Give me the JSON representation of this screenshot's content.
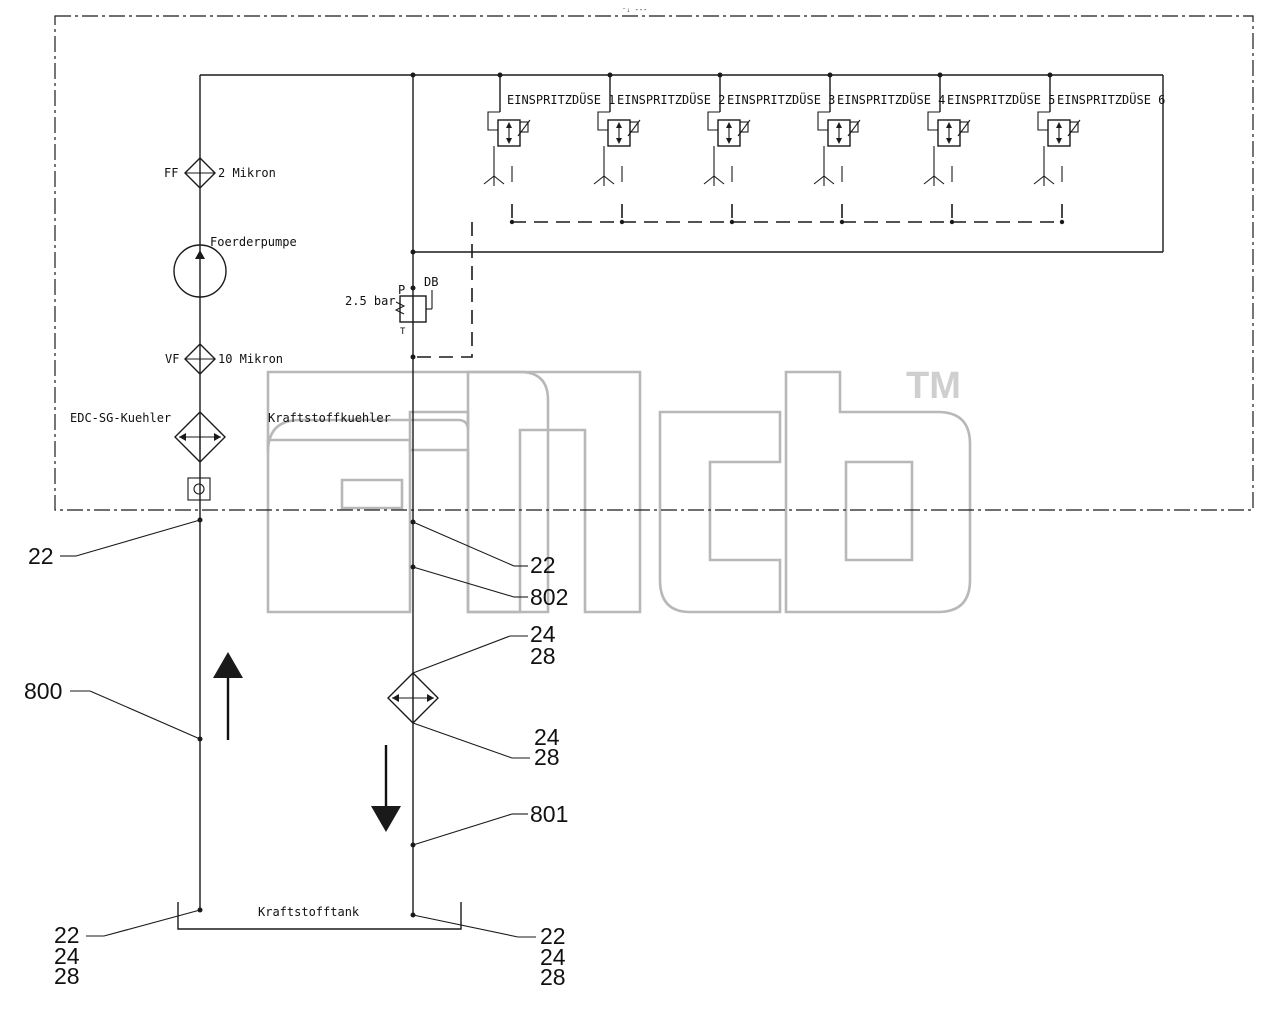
{
  "diagram": {
    "header_mark": "⁻ᵢ ---",
    "injectors": [
      {
        "label": "EINSPRITZDÜSE 1"
      },
      {
        "label": "EINSPRITZDÜSE 2"
      },
      {
        "label": "EINSPRITZDÜSE 3"
      },
      {
        "label": "EINSPRITZDÜSE 4"
      },
      {
        "label": "EINSPRITZDÜSE 5"
      },
      {
        "label": "EINSPRITZDÜSE 6"
      }
    ],
    "components": {
      "ff": "FF",
      "ff_rating": "2 Mikron",
      "pump": "Foerderpumpe",
      "vf": "VF",
      "vf_rating": "10 Mikron",
      "edc_cooler": "EDC-SG-Kuehler",
      "fuel_cooler": "Kraftstoffkuehler",
      "pressure": "2.5 bar",
      "valve_p": "P",
      "valve_t": "T",
      "valve_db": "DB",
      "tank": "Kraftstofftank"
    },
    "callouts": {
      "c22_left": "22",
      "c22_right": "22",
      "c802": "802",
      "c800": "800",
      "c24_28_top_a": "24",
      "c24_28_top_b": "28",
      "c24_28_bot_a": "24",
      "c24_28_bot_b": "28",
      "c801": "801",
      "tank_left_a": "22",
      "tank_left_b": "24",
      "tank_left_c": "28",
      "tank_right_a": "22",
      "tank_right_b": "24",
      "tank_right_c": "28"
    },
    "watermark": {
      "tm": "TM"
    }
  }
}
